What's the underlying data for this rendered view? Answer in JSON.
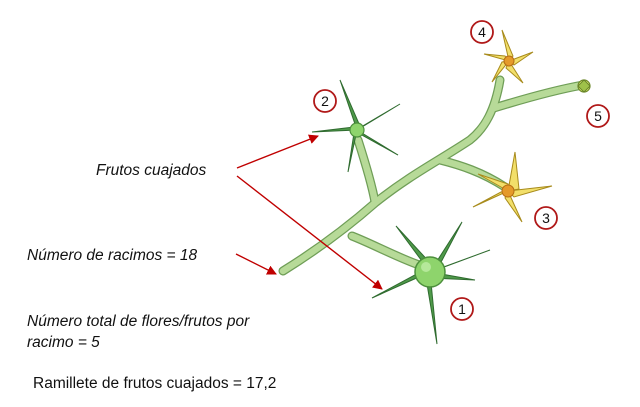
{
  "labels": {
    "frutos_cuajados": "Frutos cuajados",
    "numero_racimos": "Número de racimos = 18",
    "total_line1": "Número total de flores/frutos por",
    "total_line2": "racimo = 5",
    "ramillete": "Ramillete de frutos cuajados = 17,2"
  },
  "markers": [
    "1",
    "2",
    "3",
    "4",
    "5"
  ],
  "colors": {
    "stem": "#a9cf8b",
    "leaf": "#4f9a4a",
    "fruit": "#8ed46c",
    "petal": "#f2df6a",
    "arrow": "#c00000",
    "marker_ring": "#b01818"
  }
}
